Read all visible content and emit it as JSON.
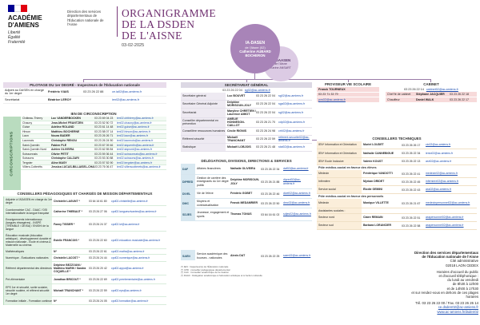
{
  "header": {
    "colors": {
      "blue": "#000091",
      "white": "#ffffff",
      "red": "#e1000f",
      "accent": "#6f2f6f"
    },
    "academie": "ACADÉMIE D'AMIENS",
    "motto": [
      "Liberté",
      "Égalité",
      "Fraternité"
    ],
    "direction": "Direction des services départementaux de l'Éducation nationale de l'Aisne",
    "title": [
      "ORGANIGRAMME",
      "DE LA DSDEN",
      "DE L'AISNE"
    ],
    "date": "03-02-2025"
  },
  "dasen": {
    "title": "IA-DASEN",
    "subtitle": "de l'Aisne (02)",
    "name": "Catherine AUBARD BOCHERON"
  },
  "dasen_adjoint": {
    "title": "IA-DAASEN",
    "subtitle": "de l'Aisne",
    "name": "Karine ANSART"
  },
  "pilotage": {
    "title": "PILOTAGE DU 1er DEGRÉ - Inspecteurs de l'Éducation nationale",
    "rows": [
      {
        "role": "Adjoint au DASEN en charge du 1er degré",
        "name": "Frédéric VIAIS",
        "tel": "03 23 26 22 88",
        "email": "ce.ia02@ac-amiens.fr"
      },
      {
        "role": "Secrétariat",
        "name": "Béatrice LEROY",
        "tel": "",
        "email": "ien02@ac-amiens.fr"
      }
    ]
  },
  "ien": {
    "title": "IEN DE CIRCONSCRIPTION",
    "side_label": "CIRCONSCRIPTIONS",
    "rows": [
      {
        "circ": "Château-Thierry",
        "name": "Luc VANDERBOCKEN",
        "tel": "03 23 69 04 23",
        "email": "ien02.chthierry@ac-amiens.fr"
      },
      {
        "circ": "Chauny",
        "name": "Jean-Michel FRANTZEN",
        "tel": "03 23 52 50 72",
        "email": "ien02.chauny@ac-amiens.fr"
      },
      {
        "circ": "Guise",
        "name": "Adeline ROLAND",
        "tel": "03 23 61 14 48",
        "email": "ien02.guise@ac-amiens.fr"
      },
      {
        "circ": "Hirson",
        "name": "Matthieu BOCHERNE",
        "tel": "03 23 58 07 14",
        "email": "ien02.hirson@ac-amiens.fr"
      },
      {
        "circ": "Laon",
        "name": "Noura BADER",
        "tel": "03 23 26 26 71",
        "email": "ien02.laon@ac-amiens.fr"
      },
      {
        "circ": "Laonnois",
        "name": "Christophe RENOU",
        "tel": "03 23 26 24 50",
        "email": "ien02.laonnois@ac-amiens.fr"
      },
      {
        "circ": "Saint-Quentin",
        "name": "Fabien PLÉ",
        "tel": "03 23 67 09 46",
        "email": "ien02.stquentin@ac-amiens.fr"
      },
      {
        "circ": "Saint-Quentin Nord",
        "name": "Adrien OLIVEIRA",
        "tel": "03 23 62 55 84",
        "email": "ien02.stqnord@ac-amiens.fr"
      },
      {
        "circ": "Soissonnais",
        "name": "Olivier PETIT",
        "tel": "03 23 59 36 44",
        "email": "ien02.soissonnais@ac-amiens.fr"
      },
      {
        "circ": "Soissons",
        "name": "Christophe CALZARI",
        "tel": "03 23 53 30 88",
        "email": "ien02.soissons@ac-amiens.fr"
      },
      {
        "circ": "Tergnier",
        "name": "Aline MASY",
        "tel": "03 23 57 52 90",
        "email": "ien02.tergnier@ac-amiens.fr"
      },
      {
        "circ": "Villers-Cotterêts",
        "name": "Jessica LUCAS-BILLAISEL-CHARLES",
        "tel": "03 23 76 06 47",
        "email": "ien02.villerscotterets@ac-amiens.fr"
      }
    ]
  },
  "cpd": {
    "title": "CONSEILLERS PÉDAGOGIQUES ET CHARGÉS DE MISSION DÉPARTEMENTAUX",
    "rows": [
      {
        "role": "Adjointe à l'ADASEN en charge du 1er degré",
        "name": "Christelle LAGUNT *",
        "tel": "03 64 16 61 80",
        "email": "cpd02.christelle@ac-amiens.fr"
      },
      {
        "role": "Coordonnatrice CAC - DAAC / DSI Internationalisée la langue française",
        "name": "Catherine THIEBAUT *",
        "tel": "03 23 26 27 06",
        "email": "cpd02.languesvivantes@ac-amiens.fr"
      },
      {
        "role": "Enseignements internationaux (langues étrangères) - INSPÉ (TREMBLE / DEISA) / ENISHI de la langue",
        "name": "Fanny TISSIER *",
        "tel": "03 23 26 24 37",
        "email": "cpd02.lvi@ac-amiens.fr"
      },
      {
        "role": "Éducation musicale (éducation artistique) - développement durable et mission nationale - École et cinéma & Maternelle au cinéma",
        "name": "Estelle FRANCOIS *",
        "tel": "03 23 26 22 60",
        "email": "cpd02.education.musicale@ac-amiens.fr"
      },
      {
        "role": "Mathématiques",
        "name": "N*",
        "tel": "03 23 26 22 61",
        "email": "cpd02.maths@ac-amiens.fr"
      },
      {
        "role": "Numérique - Évaluations nationales",
        "name": "Christelle LACOST *",
        "tel": "03 23 26 24 44",
        "email": "cpd02.numerique@ac-amiens.fr"
      },
      {
        "role": "Référent départemental des directeurs",
        "name": "Delphine BEZZOUNI / Matthieu MARIN / Sandra COQUELLE *",
        "tel": "03 23 26 20 42",
        "email": "cpd02.appui@ac-amiens.fr"
      },
      {
        "role": "Pré-élémentaire",
        "name": "Jonathan BRICOUT *",
        "tel": "03 23 26 22 69",
        "email": "cpd02.preelementaire@ac-amiens.fr"
      },
      {
        "role": "EPS 1er et sécurité, sortie scolaire, sécurité routière, et référent sécurité 1er degré",
        "name": "Michaël TRANCHANT *",
        "tel": "03 23 26 22 59",
        "email": "cpd02.eps@ac-amiens.fr"
      },
      {
        "role": "Formation initiale - Formation continue",
        "name": "N*",
        "tel": "03 23 26 24 05",
        "email": "cpd02.formation@ac-amiens.fr"
      }
    ]
  },
  "secretariat": {
    "title": "SECRÉTARIAT GÉNÉRAL",
    "tel": "03 23 26 22 04",
    "email": "sg02@ac-amiens.fr",
    "rows": [
      {
        "role": "Secrétaire général",
        "name": "Luc BOUVET",
        "tel": "03 23 26 22 04",
        "email": "sg02@ac-amiens.fr"
      },
      {
        "role": "Secrétaire Général Adjointe",
        "name": "Delphine MORISOUN-JOLY",
        "tel": "03 23 26 22 04",
        "email": "sga02@ac-amiens.fr"
      },
      {
        "role": "Secrétariat",
        "name": "Maryline CHRÉTIEN / Laurence AMIOT",
        "tel": "03 23 26 22 04",
        "email": "sg02@ac-amiens.fr"
      },
      {
        "role": "Conseiller départemental en prévention",
        "name": "AMÉLIE HONNESON-CAILLOT",
        "tel": "03 23 26 21 70",
        "email": "cdp02@ac-amiens.fr"
      },
      {
        "role": "Conseillère ressources humaines",
        "name": "Cécile RIGNIS",
        "tel": "03 23 26 24 98",
        "email": "crh02@ac-amiens.fr"
      },
      {
        "role": "Référent sécurité",
        "name": "Mickaël TRANCHANT",
        "tel": "03 23 26 22 59",
        "email": "referent.securite02@ac-amiens.fr"
      },
      {
        "role": "Statistique",
        "name": "Mickaël LOBJOIS",
        "tel": "03 23 26 21 48",
        "email": "stat02@ac-amiens.fr"
      }
    ]
  },
  "delegations": {
    "title": "DÉLÉGATIONS, DIVISIONS, DIRECTIONS & SERVICES",
    "rows": [
      {
        "code": "DAF",
        "role": "Affaires financières",
        "name": "Nathalie OLIVEIRA",
        "tel": "03 23 26 22 34",
        "email": "daf02@ac-amiens.fr"
      },
      {
        "code": "DIPRED",
        "role": "Gestion de carrière des enseignants du 1er degré public",
        "name": "Delphine MORISOUN-JOLY",
        "tel": "03 23 26 21 88",
        "email": "dipred02@ac-amiens.fr"
      },
      {
        "code": "DIVEL",
        "role": "Vie de l'élève",
        "name": "Frédéric GOBET",
        "tel": "03 23 26 22 46",
        "email": "divel02@ac-amiens.fr"
      },
      {
        "code": "DMC",
        "role": "Moyens et contractualisation",
        "name": "Franck MEDAMRIER",
        "tel": "03 23 26 22 50",
        "email": "dmc02@ac-amiens.fr"
      },
      {
        "code": "SDJES",
        "role": "Jeunesse, engagement et sports",
        "name": "Thomas TONUS",
        "tel": "03 64 16 61 02",
        "email": "sdjes02@ac-amiens.fr"
      },
      {
        "code": "SAEN",
        "role": "Service académique des bourses - nationales",
        "name": "Alexis DAT",
        "tel": "03 23 26 22 25",
        "email": "saen02@ac-amiens.fr"
      }
    ]
  },
  "proviseur": {
    "title": "PROVISEUR VIE SCOLAIRE",
    "name": "Franck TOURNEUX",
    "tel": "03 23 71 33 79",
    "email": "pvs02@ac-amiens.fr"
  },
  "cabinet": {
    "title": "CABINET",
    "tel": "03 23 26 22 14",
    "email": "cabinet02@ac-amiens.fr",
    "rows": [
      {
        "role": "Chef·fe de cabinet",
        "name": "Stéphane JACQUIER",
        "tel": "03 23 26 22 18"
      },
      {
        "role": "Chauffeur",
        "name": "Daniel WALK",
        "tel": "03 23 26 22 17"
      }
    ]
  },
  "ct": {
    "title": "CONSEILLERS TECHNIQUES",
    "rows": [
      {
        "role": "IEN* Information et Orientation",
        "name": "Muriel LOUDET",
        "tel": "03 23 26 26 17",
        "email": "cio02@ac-amiens.fr"
      },
      {
        "role": "IEN* Information et Orientation",
        "name": "Nathalie CANNEBIGUE",
        "tel": "03 23 26 22 34",
        "email": "ienio02@ac-amiens.fr"
      },
      {
        "role": "IEN* Ecole Inclusive",
        "name": "Valérie KOUST",
        "tel": "03 23 26 22 13",
        "email": "ash02@ac-amiens.fr"
      }
    ],
    "s1": {
      "title": "Pôle médico-social en faveur des élèves",
      "rows": [
        {
          "role": "Médecin",
          "name": "Frédérique VANDOTTI",
          "tel": "03 23 26 22 41",
          "email": "medecin02@ac-amiens.fr"
        },
        {
          "role": "Infirmière",
          "name": "Myriam DRIDET",
          "tel": "03 23 26 22 45",
          "email": "infirmiere02@ac-amiens.fr"
        },
        {
          "role": "Service social",
          "name": "Élodie GEMINI",
          "tel": "03 23 26 22 43",
          "email": "ass02@ac-amiens.fr"
        }
      ]
    },
    "s2": {
      "title": "Pôle médico-social en faveur des personnels",
      "rows": [
        {
          "role": "Médecin",
          "name": "Monique VILLETTE",
          "tel": "03 23 26 21 67",
          "email": "medecinpersonnel02@ac-amiens.fr"
        },
        {
          "role": "Assistantes sociales :",
          "name": "",
          "tel": "",
          "email": ""
        },
        {
          "role": "Secteur nord",
          "name": "Claire REMAIN",
          "tel": "03 23 26 22 51",
          "email": "asspersonnel02@ac-amiens.fr"
        },
        {
          "role": "Secteur sud",
          "name": "Barbara LORANCIER",
          "tel": "03 23 26 22 58",
          "email": "asspersonnel02@ac-amiens.fr"
        }
      ]
    }
  },
  "contact": {
    "org": [
      "Direction des services départementaux",
      "de l'Éducation nationale de l'Aisne"
    ],
    "address": [
      "Cité administrative",
      "02018 LAON CEDEX"
    ],
    "hours": [
      "Horaires d'accueil du public",
      "et d'accueil téléphonique :",
      "du lundi au vendredi",
      "de 8h30 à 12h00",
      "et de 14h00 à 17h30",
      "et sur rendez-vous en dehors de ces plages",
      "horaires"
    ],
    "tel": "Tél. 03 23 26 22 00 / Fax. 03 23 26 26 14",
    "email": "ce.dsden02@ac-amiens.fr",
    "web": "www.ac-amiens.fr/dsden02"
  },
  "legend": [
    "(*) IEN : Inspecteur(s) de l'Éducation nationale",
    "(*) CPD : conseiller pédagogique départemental",
    "(*) CAC : Conseiller académique de la création",
    "(*) DAAC : Délégation académique à l'éducation artistique et à l'action culturelle"
  ]
}
